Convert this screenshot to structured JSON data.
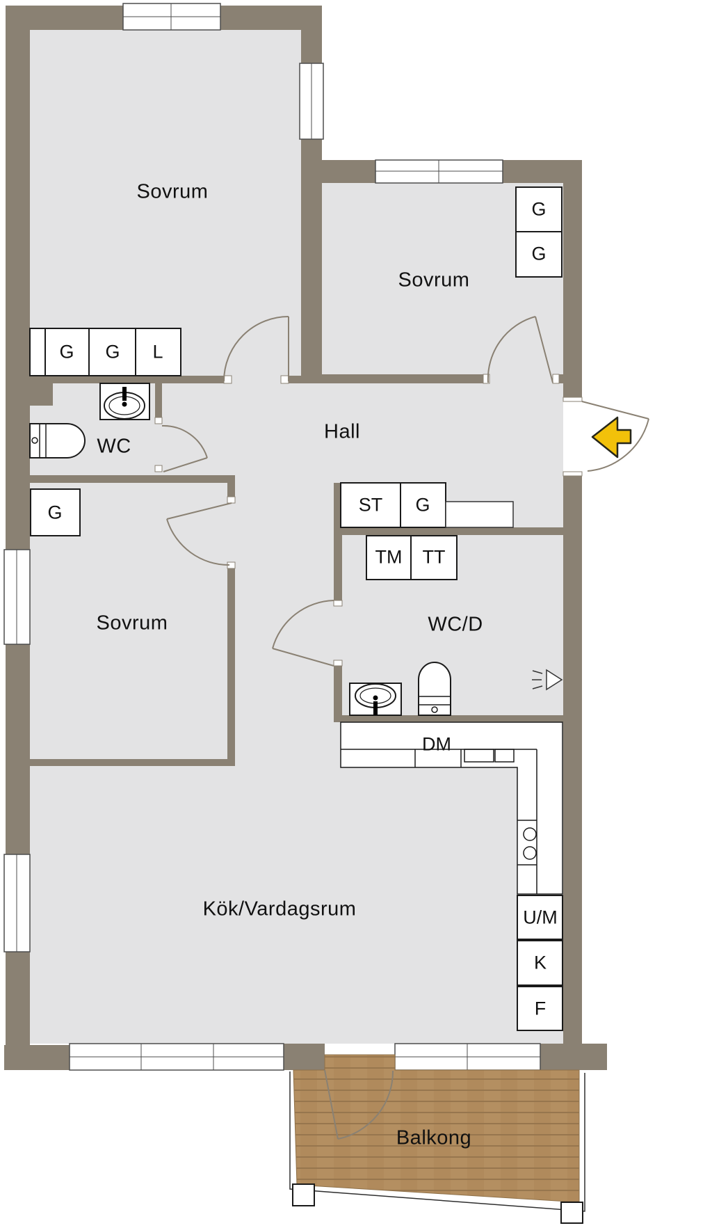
{
  "plan": {
    "type": "apartment-floor-plan",
    "language": "Swedish"
  },
  "colors": {
    "wall": "#8A8173",
    "floor": "#E3E3E4",
    "outside": "#FFFFFF",
    "balcony_wood": "#B48E60",
    "balcony_wood_stripe": "#97764E",
    "entry_arrow": "#F2C10A",
    "outline": "#1A1A1A"
  },
  "rooms": [
    {
      "name": "bedroom-1",
      "label": "Sovrum"
    },
    {
      "name": "bedroom-2",
      "label": "Sovrum"
    },
    {
      "name": "hall",
      "label": "Hall"
    },
    {
      "name": "wc",
      "label": "WC"
    },
    {
      "name": "bedroom-3",
      "label": "Sovrum"
    },
    {
      "name": "shower-wc",
      "label": "WC/D"
    },
    {
      "name": "kitchen-living",
      "label": "Kök/Vardagsrum"
    },
    {
      "name": "balcony",
      "label": "Balkong"
    }
  ],
  "cabinets": [
    {
      "name": "wardrobe-bed1-1",
      "label": "G"
    },
    {
      "name": "wardrobe-bed1-2",
      "label": "G"
    },
    {
      "name": "linen-closet-bed1",
      "label": "L"
    },
    {
      "name": "wardrobe-bed2-1",
      "label": "G"
    },
    {
      "name": "wardrobe-bed2-2",
      "label": "G"
    },
    {
      "name": "wardrobe-bed3",
      "label": "G"
    },
    {
      "name": "cleaning-closet-hall",
      "label": "ST"
    },
    {
      "name": "wardrobe-hall",
      "label": "G"
    },
    {
      "name": "washing-machine",
      "label": "TM"
    },
    {
      "name": "dryer",
      "label": "TT"
    },
    {
      "name": "dishwasher",
      "label": "DM"
    },
    {
      "name": "oven-microwave",
      "label": "U/M"
    },
    {
      "name": "fridge",
      "label": "K"
    },
    {
      "name": "freezer",
      "label": "F"
    }
  ]
}
